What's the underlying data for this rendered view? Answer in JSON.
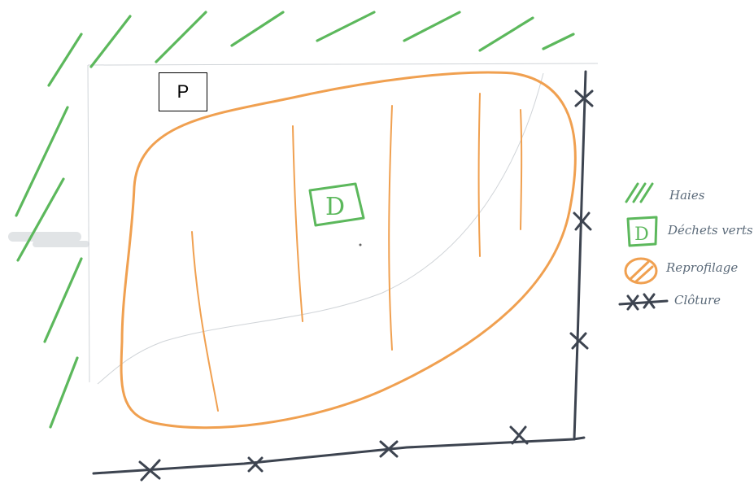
{
  "parcel_label": "P",
  "zone_marker": "D",
  "legend": {
    "haies": "Haies",
    "dechets_marker": "D",
    "dechets": "Déchets verts",
    "reprofilage": "Reprofilage",
    "cloture": "Clôture"
  },
  "colors": {
    "hedge": "#5cb85c",
    "reprofiling": "#f0a050",
    "fence": "#3d4450",
    "faint_line": "#c8cdd2"
  }
}
